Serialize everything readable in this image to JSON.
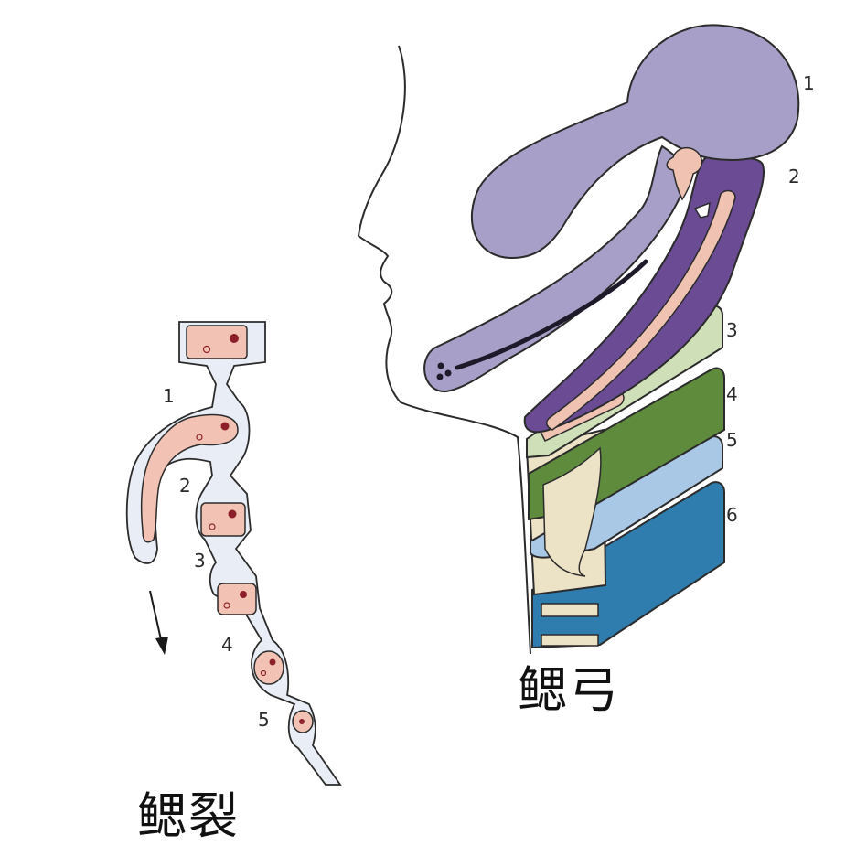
{
  "colors": {
    "arch1": "#a79fc7",
    "arch2": "#6a4b94",
    "arch3": "#cfe0b8",
    "arch4": "#5f8b3d",
    "arch5": "#a9c8e6",
    "arch6": "#2f7cae",
    "skin": "#efc2b2",
    "cream": "#ece2c6",
    "outline": "#2b2b2b",
    "clefts_fill": "#e9eef6",
    "pouch": "#f2c3b4",
    "dot": "#8c1f2a"
  },
  "right_diagram": {
    "title": "鳃弓",
    "labels": [
      "1",
      "2",
      "3",
      "4",
      "5",
      "6"
    ]
  },
  "left_diagram": {
    "title": "鳃裂",
    "labels": [
      "1",
      "2",
      "3",
      "4",
      "5"
    ],
    "arrow_icon": "arrow-down-icon"
  }
}
